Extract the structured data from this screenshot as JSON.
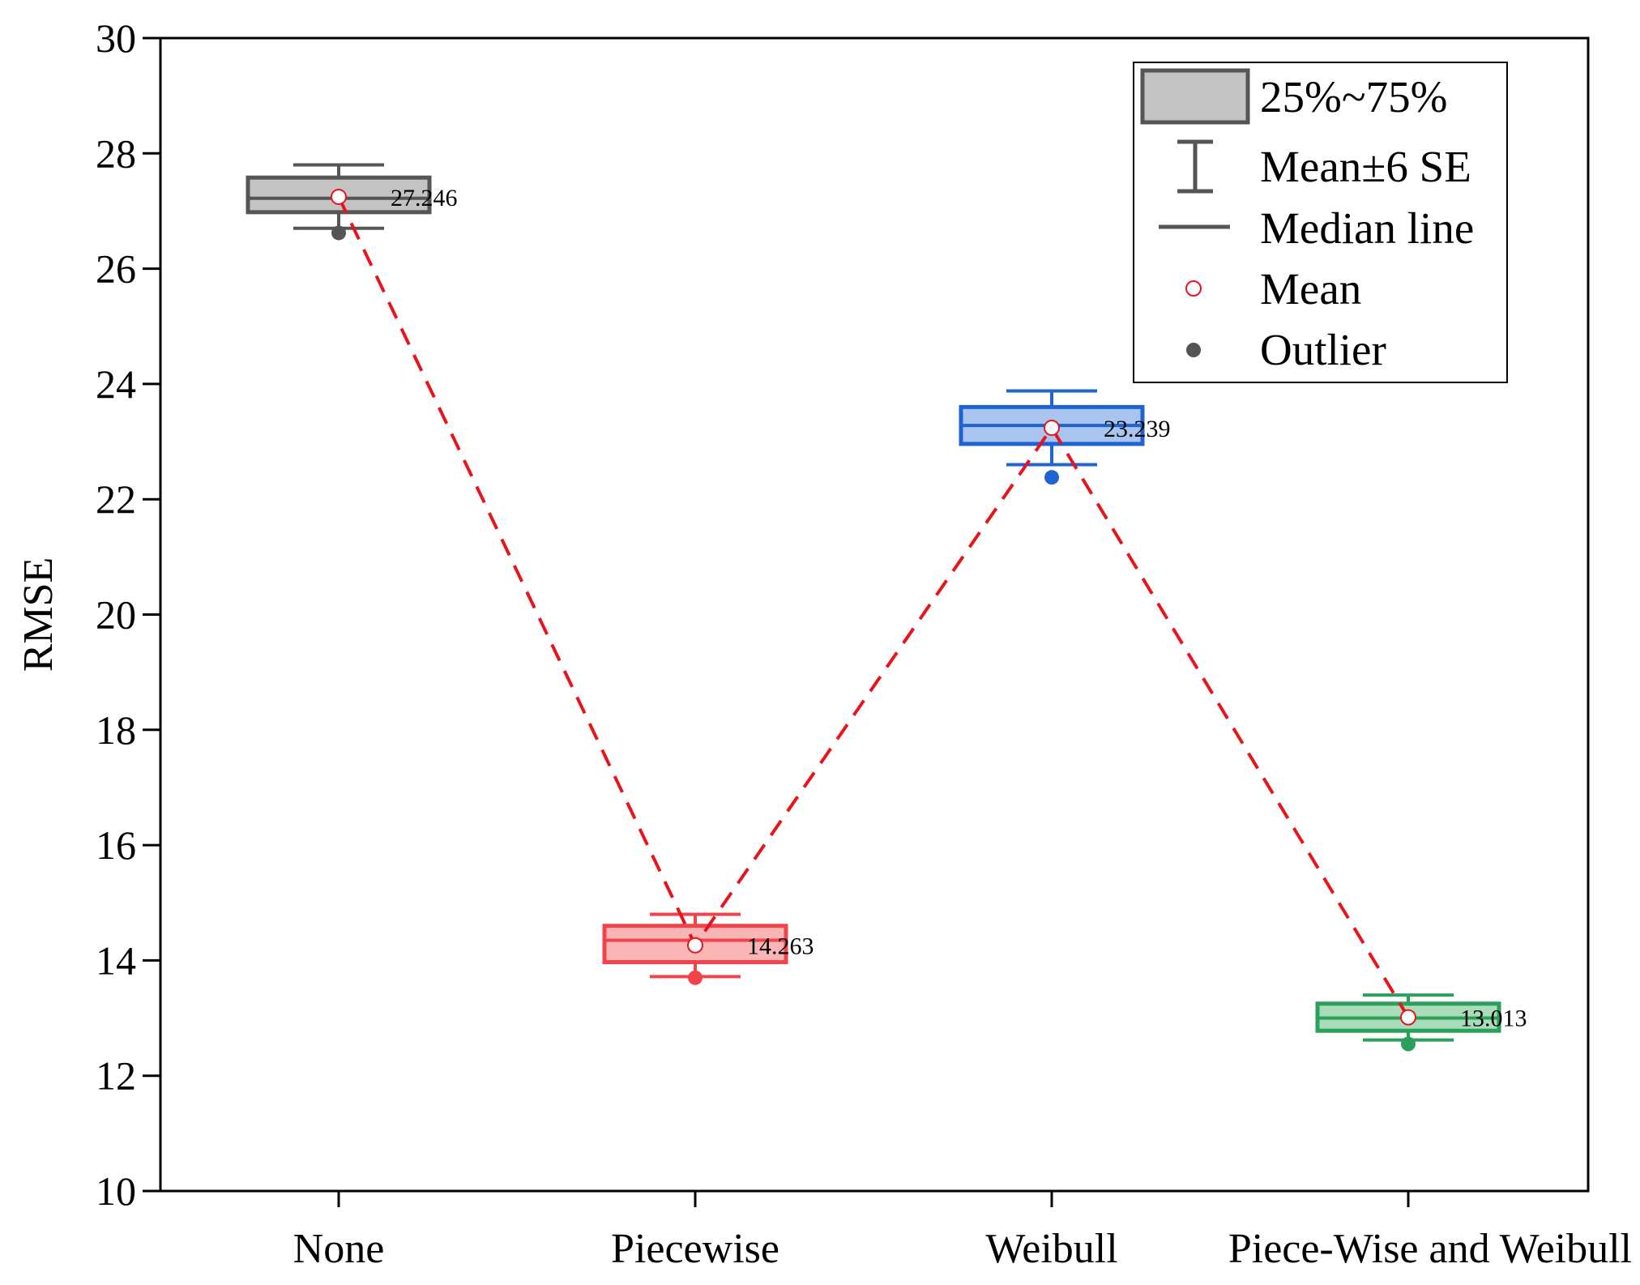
{
  "chart_data": {
    "type": "box",
    "ylabel": "RMSE",
    "ylim": [
      10,
      30
    ],
    "yticks": [
      10,
      12,
      14,
      16,
      18,
      20,
      22,
      24,
      26,
      28,
      30
    ],
    "categories": [
      "None",
      "Piecewise",
      "Weibull",
      "Piece-Wise and Weibull"
    ],
    "boxes": [
      {
        "category": "None",
        "q1": 26.98,
        "median": 27.22,
        "q3": 27.58,
        "whisker_low": 26.7,
        "whisker_high": 27.8,
        "mean": 27.246,
        "mean_label": "27.246",
        "outliers": [
          26.62
        ],
        "color": "#555555",
        "fill": "#c3c3c3"
      },
      {
        "category": "Piecewise",
        "q1": 13.97,
        "median": 14.35,
        "q3": 14.6,
        "whisker_low": 13.72,
        "whisker_high": 14.8,
        "mean": 14.263,
        "mean_label": "14.263",
        "outliers": [
          13.7
        ],
        "color": "#f0444a",
        "fill": "#fab5b7"
      },
      {
        "category": "Weibull",
        "q1": 22.96,
        "median": 23.28,
        "q3": 23.6,
        "whisker_low": 22.6,
        "whisker_high": 23.88,
        "mean": 23.239,
        "mean_label": "23.239",
        "outliers": [
          22.38
        ],
        "color": "#1f64d0",
        "fill": "#a9c5ef"
      },
      {
        "category": "Piece-Wise and Weibull",
        "q1": 12.78,
        "median": 13.0,
        "q3": 13.25,
        "whisker_low": 12.62,
        "whisker_high": 13.4,
        "mean": 13.013,
        "mean_label": "13.013",
        "outliers": [
          12.55
        ],
        "color": "#2aa05a",
        "fill": "#a9dcbb"
      }
    ],
    "mean_line": {
      "color": "#e8131b",
      "style": "dashed"
    },
    "legend": {
      "placement": "top-right",
      "entries": [
        "25%~75%",
        "Mean±6 SE",
        "Median line",
        "Mean",
        "Outlier"
      ]
    },
    "grid": false
  }
}
